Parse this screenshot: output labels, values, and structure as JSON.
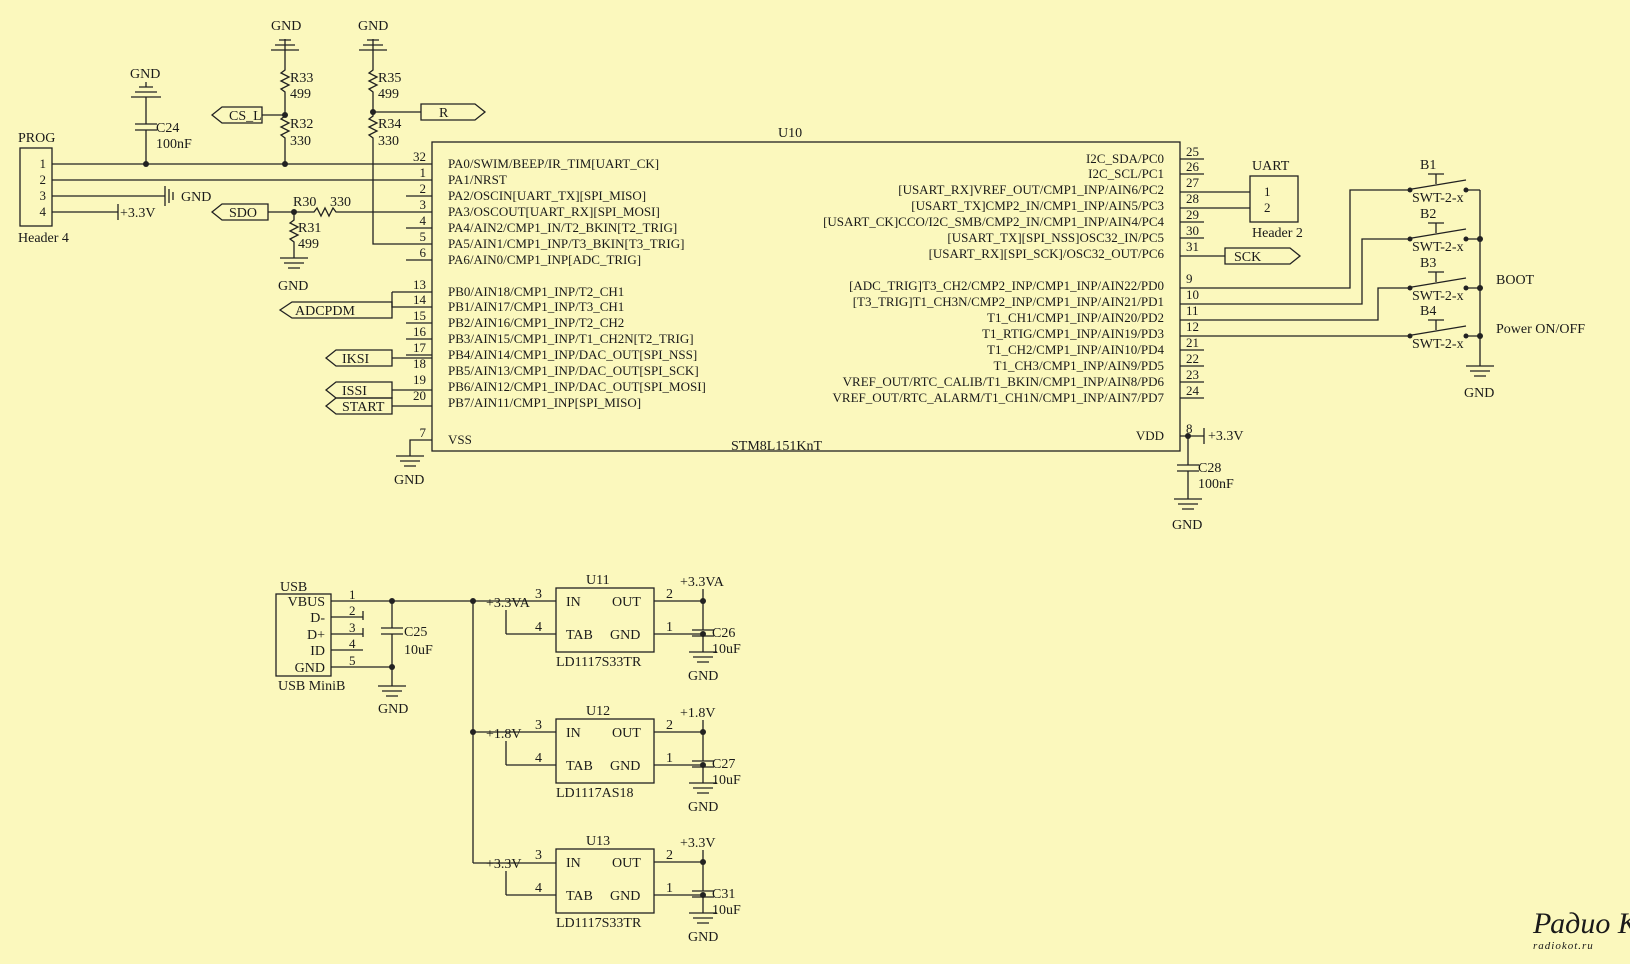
{
  "u10": {
    "ref": "U10",
    "part": "STM8L151KnT",
    "left_pins": [
      {
        "num": "32",
        "name": "PA0/SWIM/BEEP/IR_TIM[UART_CK]"
      },
      {
        "num": "1",
        "name": "PA1/NRST"
      },
      {
        "num": "2",
        "name": "PA2/OSCIN[UART_TX][SPI_MISO]"
      },
      {
        "num": "3",
        "name": "PA3/OSCOUT[UART_RX][SPI_MOSI]"
      },
      {
        "num": "4",
        "name": "PA4/AIN2/CMP1_IN/T2_BKIN[T2_TRIG]"
      },
      {
        "num": "5",
        "name": "PA5/AIN1/CMP1_INP/T3_BKIN[T3_TRIG]"
      },
      {
        "num": "6",
        "name": "PA6/AIN0/CMP1_INP[ADC_TRIG]"
      },
      {
        "num": "13",
        "name": "PB0/AIN18/CMP1_INP/T2_CH1"
      },
      {
        "num": "14",
        "name": "PB1/AIN17/CMP1_INP/T3_CH1"
      },
      {
        "num": "15",
        "name": "PB2/AIN16/CMP1_INP/T2_CH2"
      },
      {
        "num": "16",
        "name": "PB3/AIN15/CMP1_INP/T1_CH2N[T2_TRIG]"
      },
      {
        "num": "17",
        "name": "PB4/AIN14/CMP1_INP/DAC_OUT[SPI_NSS]"
      },
      {
        "num": "18",
        "name": "PB5/AIN13/CMP1_INP/DAC_OUT[SPI_SCK]"
      },
      {
        "num": "19",
        "name": "PB6/AIN12/CMP1_INP/DAC_OUT[SPI_MOSI]"
      },
      {
        "num": "20",
        "name": "PB7/AIN11/CMP1_INP[SPI_MISO]"
      },
      {
        "num": "7",
        "name": "VSS"
      }
    ],
    "right_pins": [
      {
        "num": "25",
        "name": "I2C_SDA/PC0"
      },
      {
        "num": "26",
        "name": "I2C_SCL/PC1"
      },
      {
        "num": "27",
        "name": "[USART_RX]VREF_OUT/CMP1_INP/AIN6/PC2"
      },
      {
        "num": "28",
        "name": "[USART_TX]CMP2_IN/CMP1_INP/AIN5/PC3"
      },
      {
        "num": "29",
        "name": "[USART_CK]CCO/I2C_SMB/CMP2_IN/CMP1_INP/AIN4/PC4"
      },
      {
        "num": "30",
        "name": "[USART_TX][SPI_NSS]OSC32_IN/PC5"
      },
      {
        "num": "31",
        "name": "[USART_RX][SPI_SCK]/OSC32_OUT/PC6"
      },
      {
        "num": "9",
        "name": "[ADC_TRIG]T3_CH2/CMP2_INP/CMP1_INP/AIN22/PD0"
      },
      {
        "num": "10",
        "name": "[T3_TRIG]T1_CH3N/CMP2_INP/CMP1_INP/AIN21/PD1"
      },
      {
        "num": "11",
        "name": "T1_CH1/CMP1_INP/AIN20/PD2"
      },
      {
        "num": "12",
        "name": "T1_RTIG/CMP1_INP/AIN19/PD3"
      },
      {
        "num": "21",
        "name": "T1_CH2/CMP1_INP/AIN10/PD4"
      },
      {
        "num": "22",
        "name": "T1_CH3/CMP1_INP/AIN9/PD5"
      },
      {
        "num": "23",
        "name": "VREF_OUT/RTC_CALIB/T1_BKIN/CMP1_INP/AIN8/PD6"
      },
      {
        "num": "24",
        "name": "VREF_OUT/RTC_ALARM/T1_CH1N/CMP1_INP/AIN7/PD7"
      },
      {
        "num": "8",
        "name": "VDD"
      }
    ]
  },
  "prog": {
    "title": "PROG",
    "part": "Header 4",
    "pins": [
      "1",
      "2",
      "3",
      "4"
    ],
    "gnd": "GND",
    "vcc": "+3.3V"
  },
  "uart": {
    "title": "UART",
    "part": "Header 2",
    "pins": [
      "1",
      "2"
    ]
  },
  "passives": {
    "r33": {
      "ref": "R33",
      "val": "499"
    },
    "r32": {
      "ref": "R32",
      "val": "330"
    },
    "r35": {
      "ref": "R35",
      "val": "499"
    },
    "r34": {
      "ref": "R34",
      "val": "330"
    },
    "r30": {
      "ref": "R30",
      "val": "330"
    },
    "r31": {
      "ref": "R31",
      "val": "499"
    },
    "c24": {
      "ref": "C24",
      "val": "100nF"
    },
    "c28": {
      "ref": "C28",
      "val": "100nF"
    },
    "c25": {
      "ref": "C25",
      "val": "10uF"
    },
    "c26": {
      "ref": "C26",
      "val": "10uF"
    },
    "c27": {
      "ref": "C27",
      "val": "10uF"
    },
    "c31": {
      "ref": "C31",
      "val": "10uF"
    }
  },
  "nets": {
    "gnd": "GND",
    "v33": "+3.3V",
    "v33a": "+3.3VA",
    "v18": "+1.8V",
    "cs_l": "CS_L",
    "r": "R",
    "sdo": "SDO",
    "sck": "SCK",
    "adcpdm": "ADCPDM",
    "iksi": "IKSI",
    "issi": "ISSI",
    "start": "START"
  },
  "buttons": {
    "refs": [
      "B1",
      "B2",
      "B3",
      "B4"
    ],
    "part": "SWT-2-x",
    "boot": "BOOT",
    "power": "Power ON/OFF"
  },
  "usb": {
    "title": "USB",
    "part": "USB MiniB",
    "pin_names": [
      "VBUS",
      "D-",
      "D+",
      "ID",
      "GND"
    ],
    "pin_nums": [
      "1",
      "2",
      "3",
      "4",
      "5"
    ]
  },
  "regs": [
    {
      "ref": "U11",
      "part": "LD1117S33TR",
      "in": "IN",
      "out": "OUT",
      "tab": "TAB",
      "gnd": "GND",
      "n_in": "3",
      "n_tab": "4",
      "n_out": "2",
      "n_gnd": "1",
      "rail": "+3.3VA"
    },
    {
      "ref": "U12",
      "part": "LD1117AS18",
      "in": "IN",
      "out": "OUT",
      "tab": "TAB",
      "gnd": "GND",
      "n_in": "3",
      "n_tab": "4",
      "n_out": "2",
      "n_gnd": "1",
      "rail": "+1.8V"
    },
    {
      "ref": "U13",
      "part": "LD1117S33TR",
      "in": "IN",
      "out": "OUT",
      "tab": "TAB",
      "gnd": "GND",
      "n_in": "3",
      "n_tab": "4",
      "n_out": "2",
      "n_gnd": "1",
      "rail": "+3.3V"
    }
  ],
  "watermark": {
    "main": "Радио КОТ",
    "url": "radiokot.ru"
  }
}
